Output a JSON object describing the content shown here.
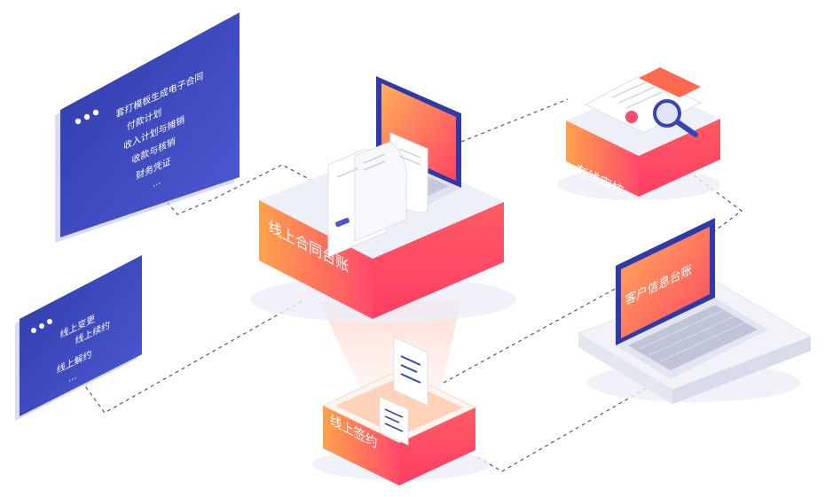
{
  "panel_top": {
    "lines": [
      "套打模板生成电子合同",
      "付款计划",
      "收入计划与摊销",
      "收款与核销",
      "财务凭证",
      "..."
    ]
  },
  "panel_bottom": {
    "lines": [
      "线上变更",
      "线上续约",
      "线上解约",
      "..."
    ]
  },
  "nodes": {
    "ledger": "线上合同台账",
    "review": "在线审核",
    "customer": "客户信息台账",
    "signing": "线上签约"
  },
  "colors": {
    "panel_blue": "#3a45b5",
    "orange": "#ff8f4a",
    "pink": "#ff4f6e",
    "connector": "#4a5590"
  }
}
